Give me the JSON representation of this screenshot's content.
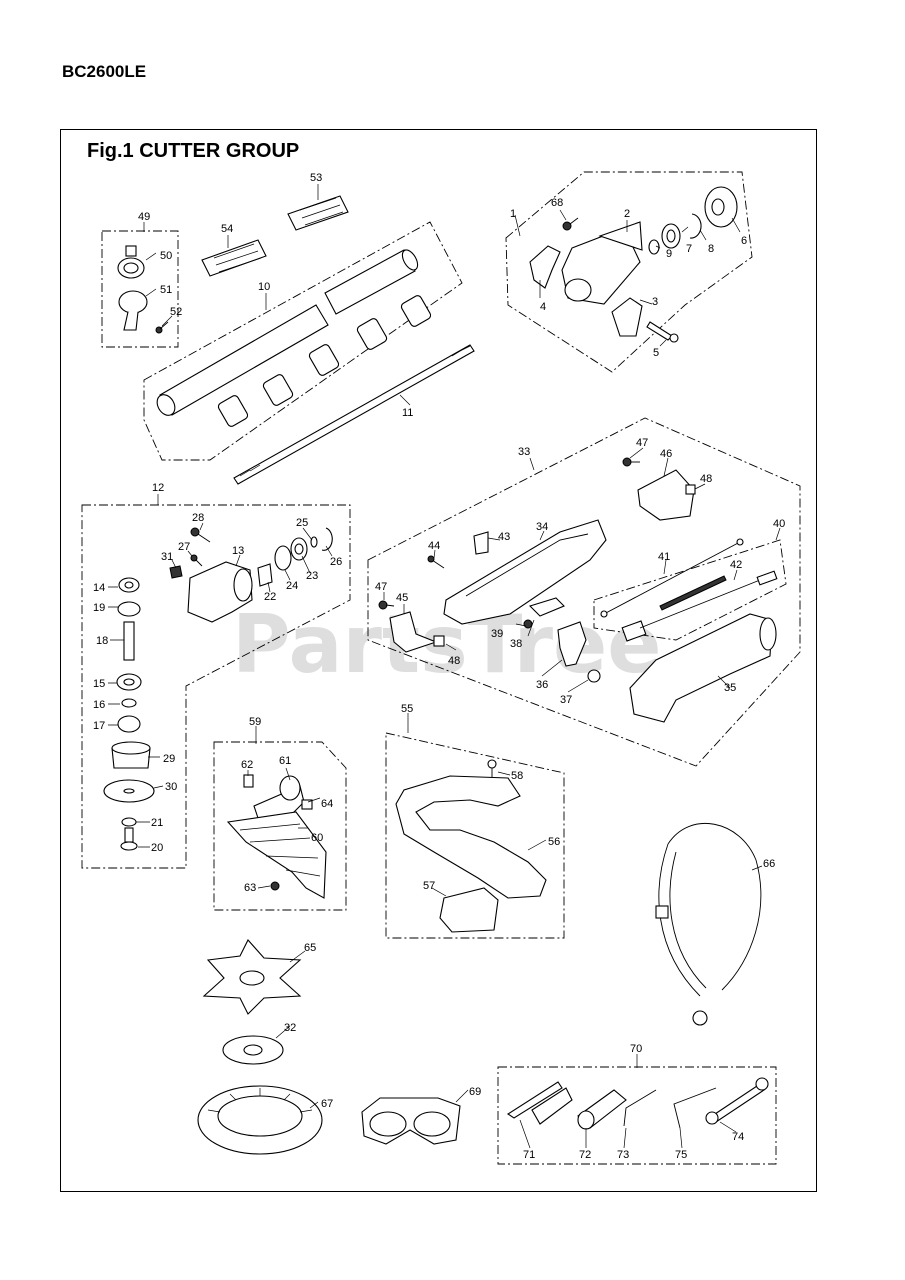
{
  "model": "BC2600LE",
  "figure_title": "Fig.1  CUTTER GROUP",
  "watermark": "PartsTree",
  "callouts": [
    "1",
    "2",
    "3",
    "4",
    "5",
    "6",
    "7",
    "8",
    "9",
    "10",
    "11",
    "12",
    "13",
    "14",
    "15",
    "16",
    "17",
    "18",
    "19",
    "20",
    "21",
    "22",
    "23",
    "24",
    "25",
    "26",
    "27",
    "28",
    "29",
    "30",
    "31",
    "32",
    "33",
    "34",
    "35",
    "36",
    "37",
    "38",
    "39",
    "40",
    "41",
    "42",
    "43",
    "44",
    "45",
    "46",
    "47",
    "48",
    "49",
    "50",
    "51",
    "52",
    "53",
    "54",
    "55",
    "56",
    "57",
    "58",
    "59",
    "60",
    "61",
    "62",
    "63",
    "64",
    "65",
    "66",
    "67",
    "68",
    "69",
    "70",
    "71",
    "72",
    "73",
    "74",
    "75"
  ]
}
